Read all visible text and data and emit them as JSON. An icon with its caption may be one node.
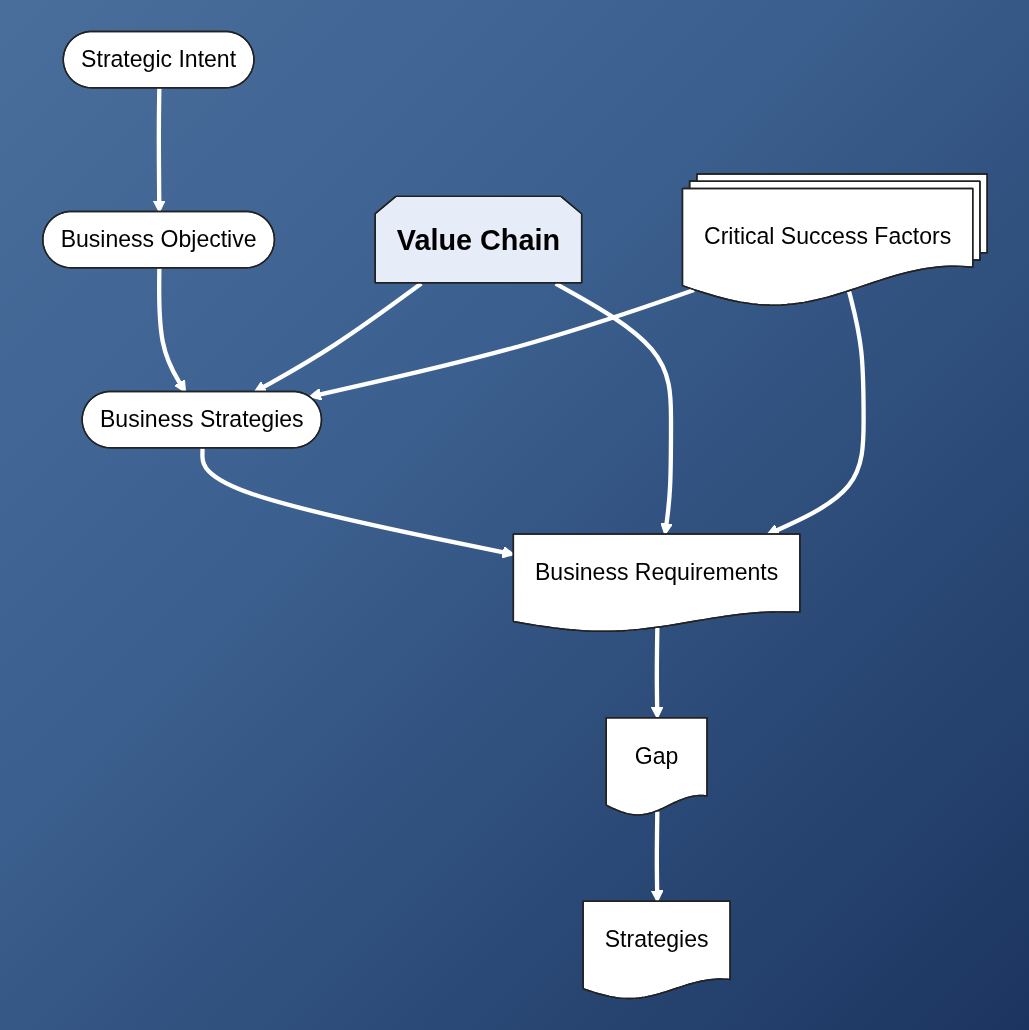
{
  "diagram": {
    "nodes": [
      {
        "text": [
          "Strategic Intent"
        ]
      },
      {
        "text": [
          "Business Objective"
        ]
      },
      {
        "text": [
          "Value Chain"
        ]
      },
      {
        "text": [
          "Business Strategies"
        ]
      },
      {
        "text": [
          "Critical Success Factors"
        ]
      },
      {
        "text": [
          "Business Requirements"
        ]
      },
      {
        "text": [
          "Gap"
        ]
      },
      {
        "text": [
          "Strategies"
        ]
      }
    ],
    "edges": [
      {
        "from": 0,
        "to": 1,
        "arrow": "to"
      },
      {
        "from": 1,
        "to": 3,
        "arrow": "to"
      },
      {
        "from": 2,
        "to": 3,
        "arrow": "to"
      },
      {
        "from": 4,
        "to": 3,
        "arrow": "to"
      },
      {
        "from": 3,
        "to": 5,
        "arrow": "to"
      },
      {
        "from": 2,
        "to": 5,
        "arrow": "to"
      },
      {
        "from": 4,
        "to": 5,
        "arrow": "to"
      },
      {
        "from": 5,
        "to": 6,
        "arrow": "to"
      },
      {
        "from": 6,
        "to": 7,
        "arrow": "to"
      }
    ]
  }
}
